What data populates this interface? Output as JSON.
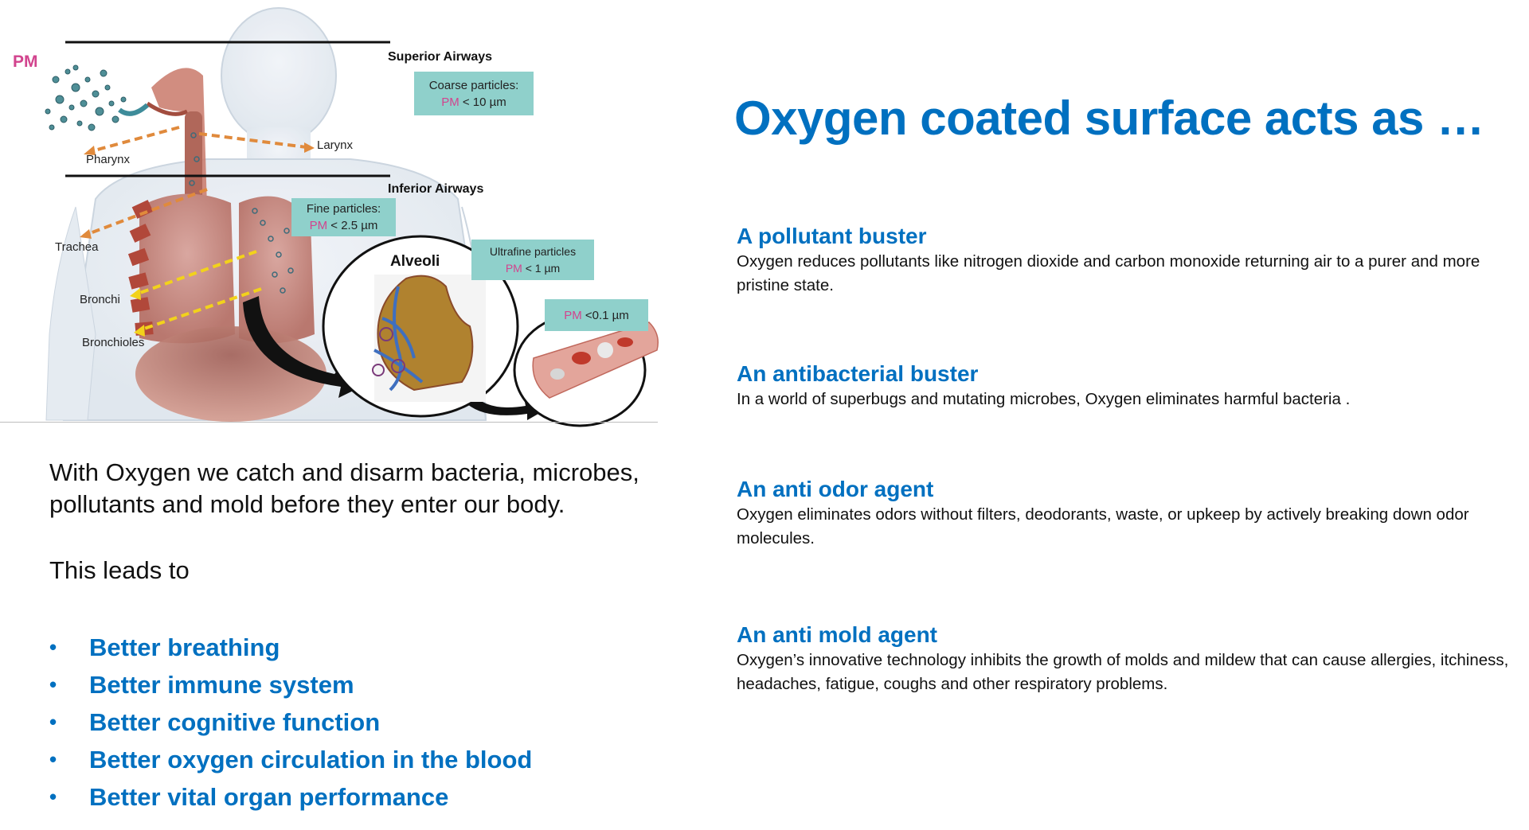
{
  "diagram": {
    "pm_label": "PM",
    "labels": {
      "superior_airways": "Superior Airways",
      "inferior_airways": "Inferior Airways",
      "pharynx": "Pharynx",
      "larynx": "Larynx",
      "trachea": "Trachea",
      "bronchi": "Bronchi",
      "bronchioles": "Bronchioles",
      "alveoli": "Alveoli"
    },
    "boxes": [
      {
        "title": "Coarse particles:",
        "pm": "PM",
        "value": "< 10 µm"
      },
      {
        "title": "Fine particles:",
        "pm": "PM",
        "value": "< 2.5 µm"
      },
      {
        "title": "Ultrafine particles",
        "pm": "PM",
        "value": "< 1 µm"
      },
      {
        "title": "",
        "pm": "PM",
        "value": "<0.1 µm"
      }
    ],
    "colors": {
      "box_fill": "#8fd0cb",
      "pm_pink": "#d2448e",
      "arrow_orange": "#e08a3c",
      "arrow_yellow": "#f2d21b"
    }
  },
  "left": {
    "intro_line1": "With Oxygen  we catch and disarm bacteria, microbes,",
    "intro_line2": "pollutants and mold before they enter our body.",
    "leads_to": "This leads to",
    "bullet_glyph": "•",
    "benefits": [
      "Better breathing",
      "Better immune system",
      "Better cognitive function",
      "Better oxygen circulation in the blood",
      "Better vital organ performance"
    ]
  },
  "right": {
    "title": "Oxygen coated surface acts as  …",
    "features": [
      {
        "heading": "A pollutant buster",
        "body": "Oxygen reduces pollutants like nitrogen dioxide and carbon monoxide returning air to a purer and more pristine state."
      },
      {
        "heading": "An antibacterial buster",
        "body": "In a world of superbugs and mutating microbes, Oxygen eliminates harmful bacteria ."
      },
      {
        "heading": "An anti odor agent",
        "body": "Oxygen eliminates odors without filters, deodorants, waste, or upkeep by actively breaking down odor molecules."
      },
      {
        "heading": "An anti mold agent",
        "body": "Oxygen’s innovative technology inhibits the growth of molds and mildew that can cause allergies, itchiness, headaches, fatigue, coughs and other respiratory problems."
      }
    ]
  },
  "theme": {
    "accent_blue": "#0070c0",
    "text_dark": "#111111",
    "background": "#ffffff"
  }
}
